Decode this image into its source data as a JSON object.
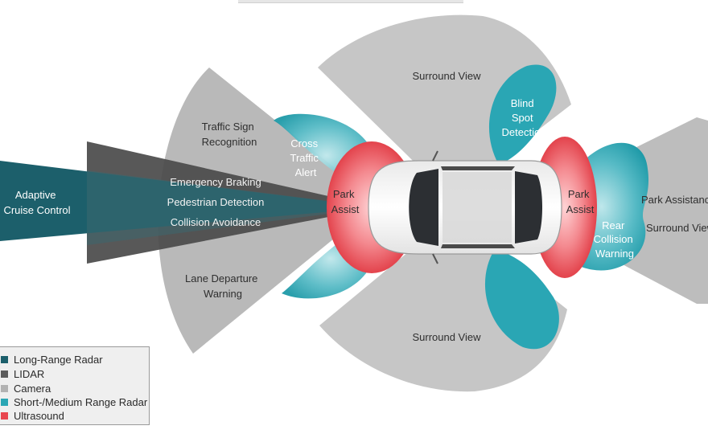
{
  "colors": {
    "long_range_radar": "#1c5f6b",
    "lidar": "#5b5b5b",
    "camera": "#b2b2b2",
    "short_medium_radar": "#2aa6b4",
    "ultrasound": "#e8454e"
  },
  "labels": {
    "adaptive": [
      "Adaptive",
      "Cruise Control"
    ],
    "emergency": "Emergency Braking",
    "pedestrian": "Pedestrian Detection",
    "collision": "Collision Avoidance",
    "traffic_sign": [
      "Traffic Sign",
      "Recognition"
    ],
    "lane_departure": [
      "Lane Departure",
      "Warning"
    ],
    "cross_traffic": [
      "Cross",
      "Traffic",
      "Alert"
    ],
    "park_assist_front": [
      "Park",
      "Assist"
    ],
    "park_assist_rear": [
      "Park",
      "Assist"
    ],
    "surround_top": "Surround View",
    "surround_bottom": "Surround View",
    "blind_spot": [
      "Blind",
      "Spot",
      "Detection"
    ],
    "rear_collision": [
      "Rear",
      "Collision",
      "Warning"
    ],
    "park_assistance": "Park Assistance",
    "surround_right": "Surround View"
  },
  "legend": [
    {
      "label": "Long-Range Radar",
      "color": "#1c5f6b"
    },
    {
      "label": "LIDAR",
      "color": "#5b5b5b"
    },
    {
      "label": "Camera",
      "color": "#b2b2b2"
    },
    {
      "label": "Short-/Medium Range Radar",
      "color": "#2aa6b4"
    },
    {
      "label": "Ultrasound",
      "color": "#e8454e"
    }
  ]
}
